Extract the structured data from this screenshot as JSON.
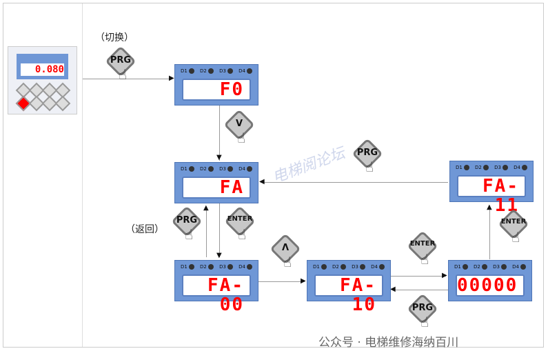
{
  "labels": {
    "switch": "（切换）",
    "back": "（返回）"
  },
  "keypad": {
    "display": "0.080"
  },
  "panels": [
    {
      "id": "p1",
      "display": "F0"
    },
    {
      "id": "p2",
      "display": "FA"
    },
    {
      "id": "p3",
      "display": "FA-00"
    },
    {
      "id": "p4",
      "display": "FA-10"
    },
    {
      "id": "p5",
      "display": "00000"
    },
    {
      "id": "p6",
      "display": "FA-11"
    }
  ],
  "leds": [
    "D1",
    "D2",
    "D3",
    "D4"
  ],
  "buttons": {
    "prg": "PRG",
    "enter": "ENTER",
    "down": "V",
    "up": "Λ"
  },
  "watermark": "公众号 · 电梯维修海纳百川",
  "watermark2": "电梯阅论坛"
}
